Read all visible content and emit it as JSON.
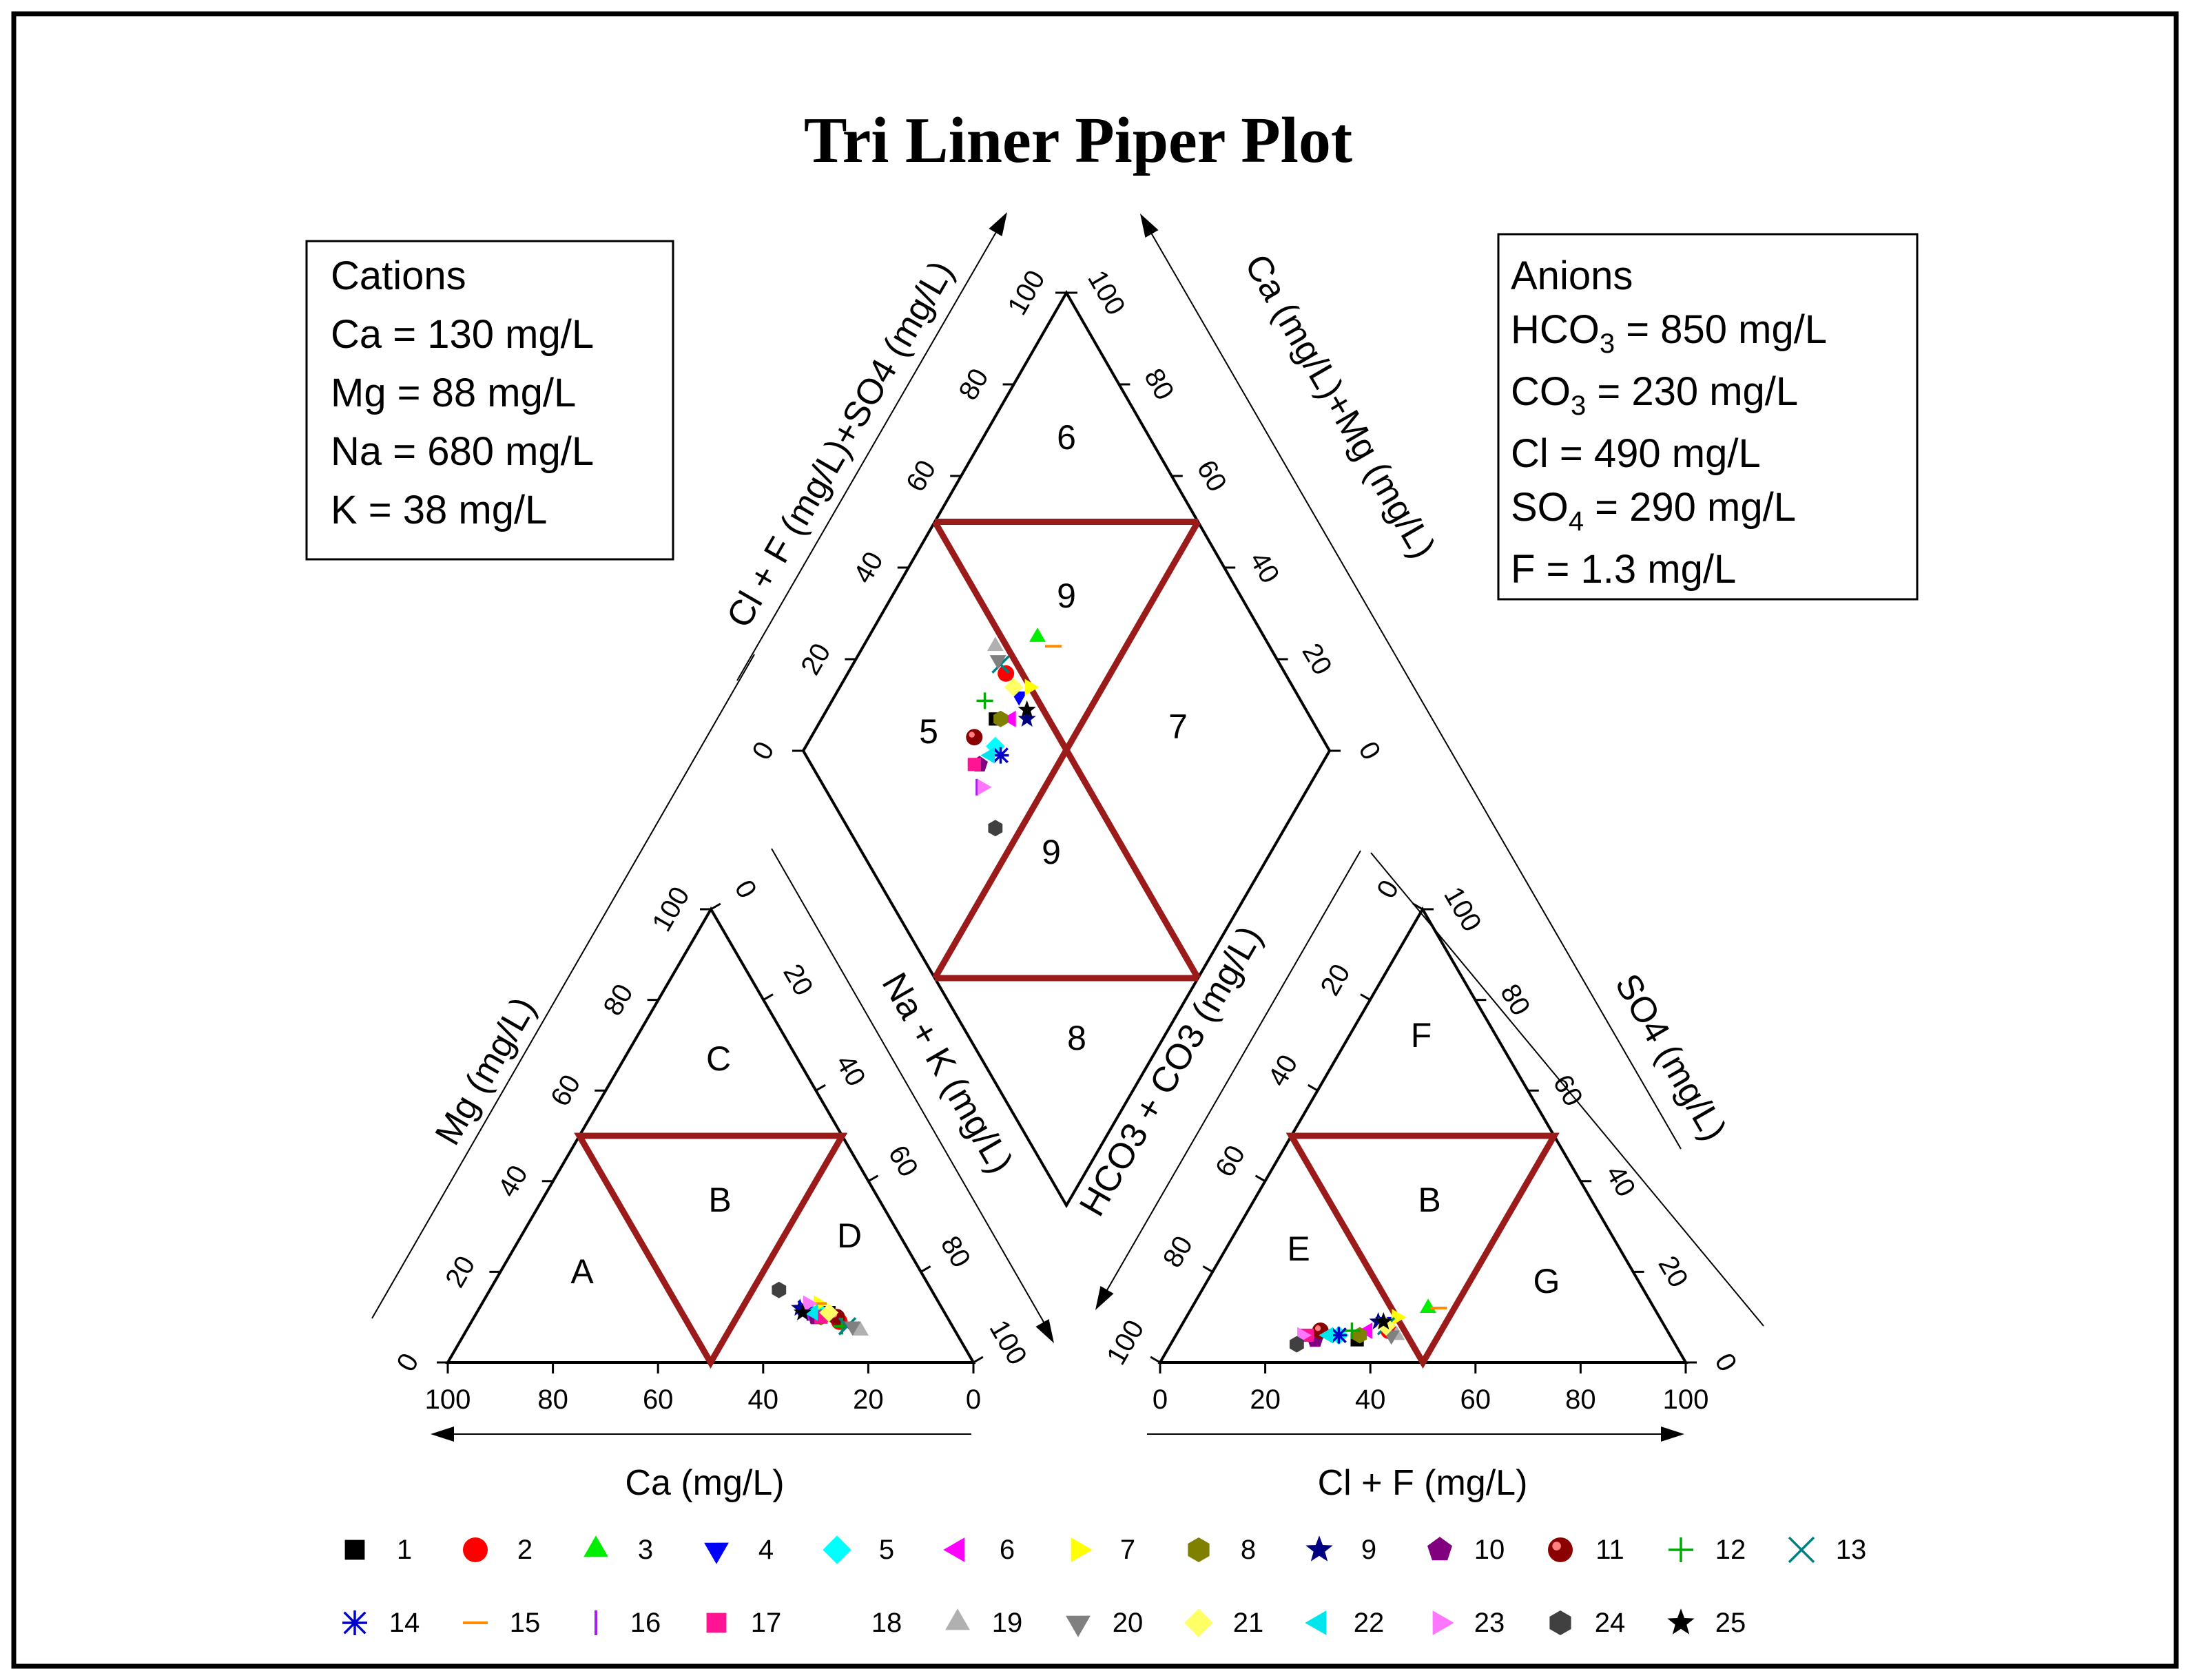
{
  "title": "Tri Liner Piper Plot",
  "cations_box": {
    "heading": "Cations",
    "lines": [
      "Ca = 130 mg/L",
      "Mg = 88 mg/L",
      "Na = 680 mg/L",
      "K = 38 mg/L"
    ]
  },
  "anions_box": {
    "heading": "Anions",
    "lines": [
      {
        "pre": "HCO",
        "sub": "3",
        "post": " = 850 mg/L"
      },
      {
        "pre": "CO",
        "sub": "3",
        "post": " = 230 mg/L"
      },
      {
        "pre": "Cl = 490 mg/L",
        "sub": "",
        "post": ""
      },
      {
        "pre": "SO",
        "sub": "4",
        "post": " = 290 mg/L"
      },
      {
        "pre": "F = 1.3 mg/L",
        "sub": "",
        "post": ""
      }
    ]
  },
  "chart_data": {
    "type": "scatter",
    "subtype": "piper-trilinear",
    "axes": {
      "cation_bottom": "Ca (mg/L)",
      "cation_left": "Mg (mg/L)",
      "cation_right": "Na + K (mg/L)",
      "anion_bottom": "Cl + F (mg/L)",
      "anion_left": "HCO3 + CO3 (mg/L)",
      "anion_right": "SO4 (mg/L)",
      "diamond_left": "Cl + F (mg/L)+SO4 (mg/L)",
      "diamond_right": "Ca (mg/L)+Mg (mg/L)"
    },
    "tick_labels": [
      "0",
      "20",
      "40",
      "60",
      "80",
      "100"
    ],
    "cation_zones": [
      "A",
      "B",
      "C",
      "D"
    ],
    "anion_zones": [
      "E",
      "B",
      "F",
      "G"
    ],
    "diamond_zones": [
      "6",
      "9",
      "5",
      "7",
      "9",
      "8"
    ],
    "zone_line_color": "#9b1b1b",
    "series": [
      {
        "name": "1",
        "color": "#000000",
        "marker": "square",
        "cation": {
          "ca": 22,
          "mg": 11
        },
        "anion": {
          "cl": 35,
          "so4": 5
        }
      },
      {
        "name": "2",
        "color": "#ff0000",
        "marker": "circle",
        "cation": {
          "ca": 21,
          "mg": 9
        },
        "anion": {
          "cl": 40,
          "so4": 7
        }
      },
      {
        "name": "3",
        "color": "#00ee00",
        "marker": "triangle-up",
        "cation": {
          "ca": 22,
          "mg": 10
        },
        "anion": {
          "cl": 45,
          "so4": 12
        }
      },
      {
        "name": "4",
        "color": "#0000ff",
        "marker": "triangle-down",
        "cation": {
          "ca": 24,
          "mg": 11
        },
        "anion": {
          "cl": 38,
          "so4": 9
        }
      },
      {
        "name": "5",
        "color": "#00ffff",
        "marker": "diamond",
        "cation": {
          "ca": 24,
          "mg": 12
        },
        "anion": {
          "cl": 31,
          "so4": 6
        }
      },
      {
        "name": "6",
        "color": "#ff00ff",
        "marker": "triangle-left",
        "cation": {
          "ca": 25,
          "mg": 11
        },
        "anion": {
          "cl": 36,
          "so4": 7
        }
      },
      {
        "name": "7",
        "color": "#ffff00",
        "marker": "triangle-right",
        "cation": {
          "ca": 23,
          "mg": 13
        },
        "anion": {
          "cl": 40,
          "so4": 10
        }
      },
      {
        "name": "8",
        "color": "#808000",
        "marker": "hexagon",
        "cation": {
          "ca": 24,
          "mg": 10
        },
        "anion": {
          "cl": 35,
          "so4": 6
        }
      },
      {
        "name": "9",
        "color": "#000080",
        "marker": "star",
        "cation": {
          "ca": 27,
          "mg": 12
        },
        "anion": {
          "cl": 37,
          "so4": 9
        }
      },
      {
        "name": "10",
        "color": "#800080",
        "marker": "pentagon",
        "cation": {
          "ca": 25,
          "mg": 10
        },
        "anion": {
          "cl": 27,
          "so4": 5
        }
      },
      {
        "name": "11",
        "color": "#8b0000",
        "marker": "ball",
        "cation": {
          "ca": 21,
          "mg": 10
        },
        "anion": {
          "cl": 27,
          "so4": 7
        }
      },
      {
        "name": "12",
        "color": "#00aa00",
        "marker": "plus",
        "cation": {
          "ca": 21,
          "mg": 8
        },
        "anion": {
          "cl": 33,
          "so4": 7
        }
      },
      {
        "name": "13",
        "color": "#008080",
        "marker": "x",
        "cation": {
          "ca": 20,
          "mg": 8
        },
        "anion": {
          "cl": 39,
          "so4": 8
        }
      },
      {
        "name": "14",
        "color": "#0000cd",
        "marker": "asterisk",
        "cation": {
          "ca": 26,
          "mg": 12
        },
        "anion": {
          "cl": 31,
          "so4": 6
        }
      },
      {
        "name": "15",
        "color": "#ff8c00",
        "marker": "hbar",
        "cation": {
          "ca": 23,
          "mg": 13
        },
        "anion": {
          "cl": 47,
          "so4": 12
        }
      },
      {
        "name": "16",
        "color": "#a020f0",
        "marker": "vbar",
        "cation": {
          "ca": 26,
          "mg": 11
        },
        "anion": {
          "cl": 24,
          "so4": 5
        }
      },
      {
        "name": "17",
        "color": "#ff1493",
        "marker": "square",
        "cation": {
          "ca": 24,
          "mg": 10
        },
        "anion": {
          "cl": 25,
          "so4": 6
        }
      },
      {
        "name": "18",
        "color": "#ffffff",
        "marker": "none",
        "cation": null,
        "anion": null
      },
      {
        "name": "19",
        "color": "#b0b0b0",
        "marker": "triangle-up",
        "cation": {
          "ca": 18,
          "mg": 7
        },
        "anion": {
          "cl": 42,
          "so4": 6
        }
      },
      {
        "name": "20",
        "color": "#808080",
        "marker": "triangle-down",
        "cation": {
          "ca": 19,
          "mg": 8
        },
        "anion": {
          "cl": 41,
          "so4": 6
        }
      },
      {
        "name": "21",
        "color": "#ffff66",
        "marker": "diamond",
        "cation": {
          "ca": 22,
          "mg": 11
        },
        "anion": {
          "cl": 39,
          "so4": 8
        }
      },
      {
        "name": "22",
        "color": "#00e5ee",
        "marker": "triangle-left",
        "cation": {
          "ca": 25,
          "mg": 11
        },
        "anion": {
          "cl": 29,
          "so4": 6
        }
      },
      {
        "name": "23",
        "color": "#ff77ff",
        "marker": "triangle-right",
        "cation": {
          "ca": 25,
          "mg": 13
        },
        "anion": {
          "cl": 24,
          "so4": 6
        }
      },
      {
        "name": "24",
        "color": "#404040",
        "marker": "hexagon",
        "cation": {
          "ca": 29,
          "mg": 16
        },
        "anion": {
          "cl": 24,
          "so4": 4
        }
      },
      {
        "name": "25",
        "color": "#000000",
        "marker": "star",
        "cation": {
          "ca": 27,
          "mg": 11
        },
        "anion": {
          "cl": 38,
          "so4": 9
        }
      }
    ]
  }
}
